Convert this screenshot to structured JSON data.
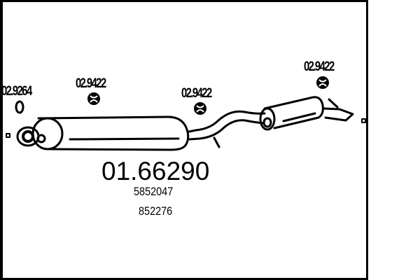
{
  "diagram": {
    "type": "exhaust-system-parts-diagram",
    "main_part": {
      "number": "01.66290",
      "references": [
        "5852047",
        "852276"
      ]
    },
    "accessories": [
      {
        "number": "02.9264",
        "icon": "o-ring-icon",
        "position": "left"
      },
      {
        "number": "02.9422",
        "icon": "rubber-hanger-icon",
        "position": "front-muffler"
      },
      {
        "number": "02.9422",
        "icon": "rubber-hanger-icon",
        "position": "mid-pipe"
      },
      {
        "number": "02.9422",
        "icon": "rubber-hanger-icon",
        "position": "rear-muffler"
      }
    ],
    "colors": {
      "line": "#000000",
      "background": "#ffffff"
    }
  }
}
